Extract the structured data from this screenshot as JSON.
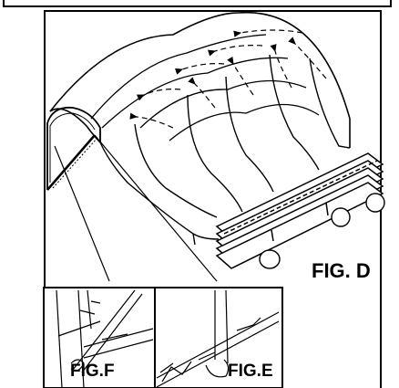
{
  "figures": {
    "fig_d": "FIG. D",
    "fig_f": "FIG.F",
    "fig_e": "FIG.E"
  },
  "colors": {
    "ink": "#000000",
    "paper": "#ffffff"
  }
}
